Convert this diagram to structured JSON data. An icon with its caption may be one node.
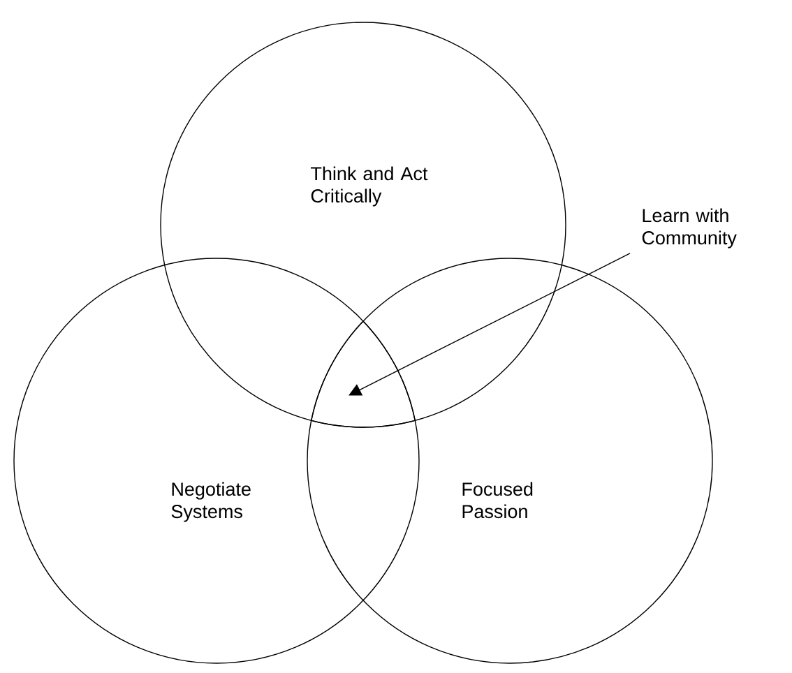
{
  "diagram": {
    "nodes": [
      {
        "text": [
          "Think and Act Critically"
        ]
      },
      {
        "text": [
          "Negotiate Systems"
        ]
      },
      {
        "text": [
          "Focused Passion"
        ]
      },
      {
        "text": [
          "Learn with Community"
        ]
      },
      {
        "text": [],
        "shape": "triangle"
      }
    ],
    "edges": [
      {
        "from": 3,
        "to": 4,
        "arrow": "to"
      }
    ]
  }
}
